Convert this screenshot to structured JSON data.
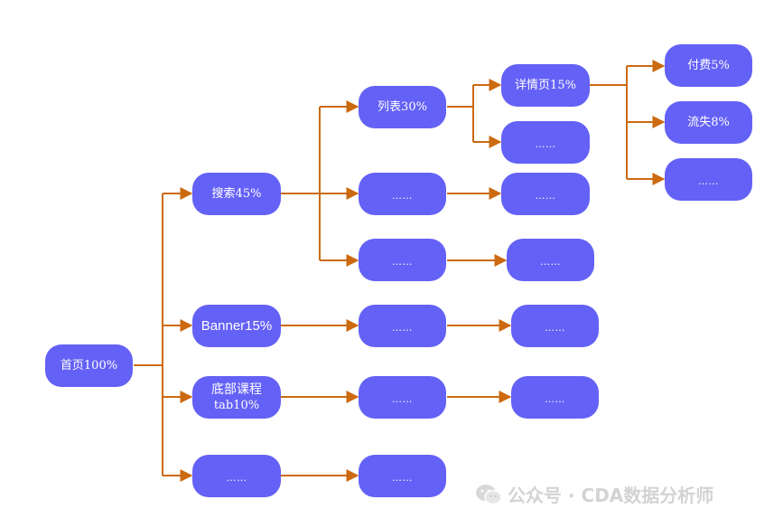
{
  "colors": {
    "node": "#6461f6",
    "edge": "#cc6a10",
    "node_text": "#ffffff",
    "watermark": "#d3d3d3"
  },
  "nodes": {
    "home": "首页100%",
    "search": "搜索45%",
    "banner": "Banner15%",
    "bottom_course_line1": "底部课程",
    "bottom_course_line2": "tab10%",
    "more": "……",
    "list": "列表30%",
    "search_more_1": "……",
    "search_more_2": "……",
    "banner_next": "……",
    "bottom_next": "……",
    "more_next": "……",
    "detail": "详情页15%",
    "list_more": "……",
    "search_more_1_next": "……",
    "search_more_2_next": "……",
    "banner_next_next": "……",
    "bottom_next_next": "……",
    "pay": "付费5%",
    "churn": "流失8%",
    "detail_more": "……"
  },
  "watermark": {
    "text": "公众号 · CDA数据分析师",
    "icon": "wechat-icon"
  }
}
